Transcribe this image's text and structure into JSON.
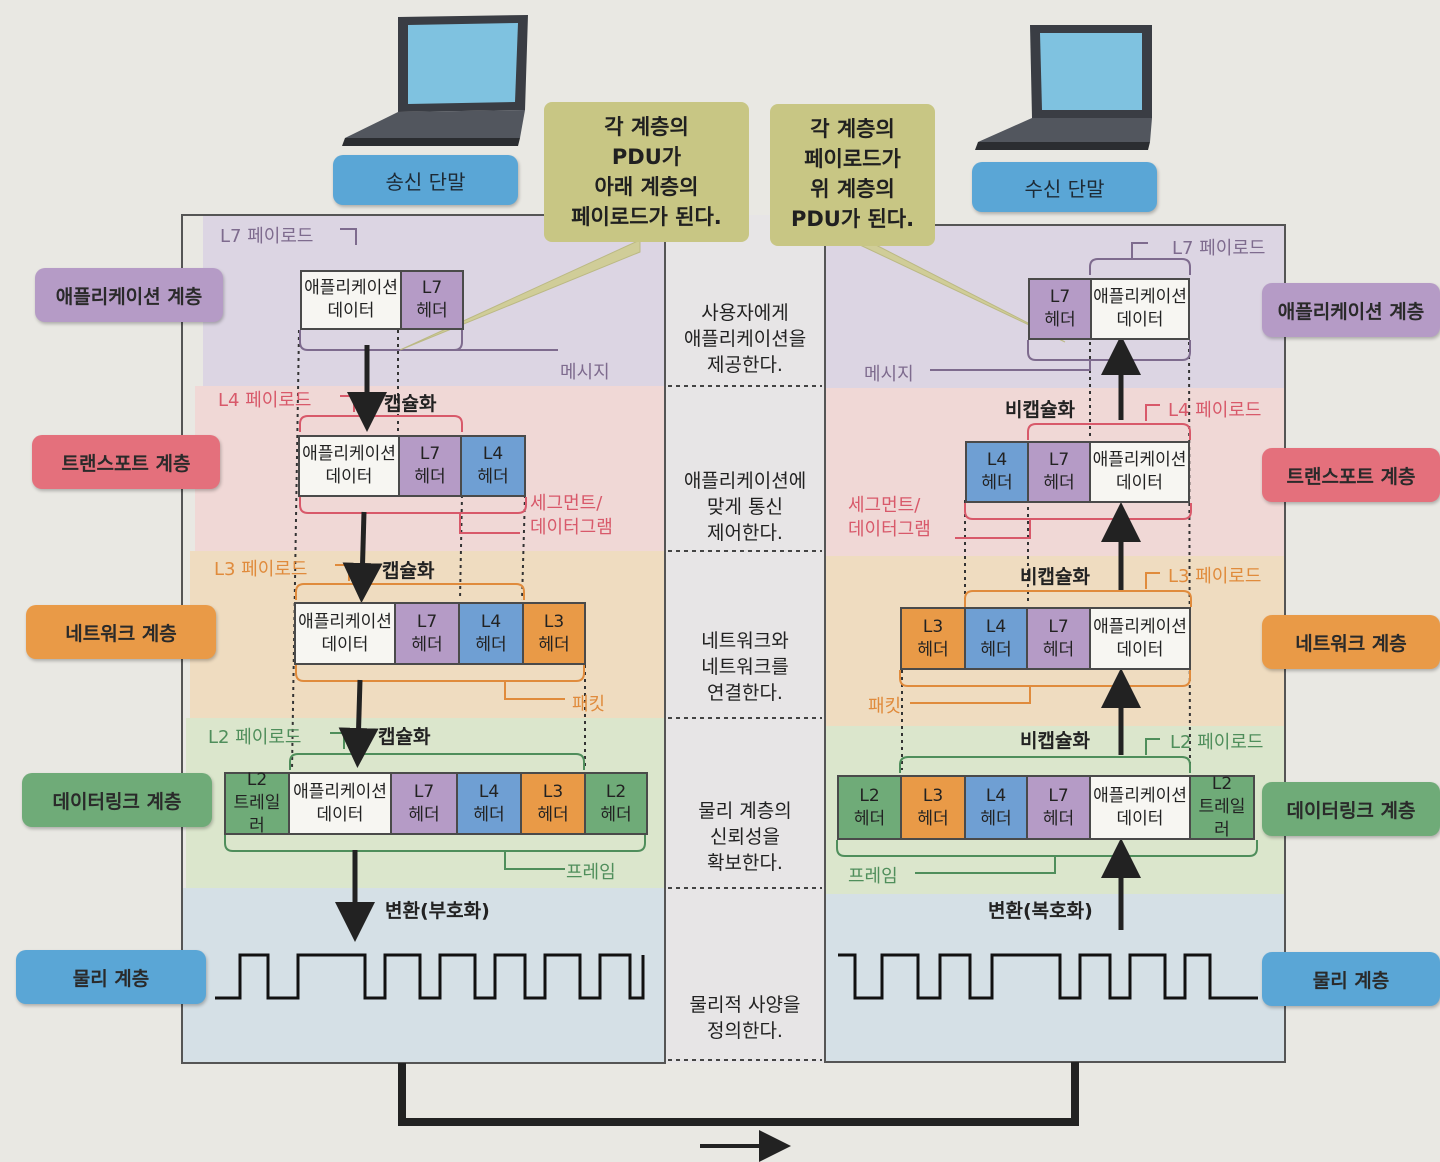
{
  "terminals": {
    "sender": "송신 단말",
    "receiver": "수신 단말"
  },
  "notes": {
    "left": "각 계층의\nPDU가\n아래 계층의\n페이로드가 된다.",
    "right": "각 계층의\n페이로드가\n위 계층의\nPDU가 된다."
  },
  "layers": {
    "application": "애플리케이션 계층",
    "transport": "트랜스포트 계층",
    "network": "네트워크 계층",
    "datalink": "데이터링크 계층",
    "physical": "물리 계층"
  },
  "descriptions": {
    "application": "사용자에게\n애플리케이션을\n제공한다.",
    "transport": "애플리케이션에\n맞게 통신\n제어한다.",
    "network": "네트워크와\n네트워크를\n연결한다.",
    "datalink": "물리 계층의\n신뢰성을\n확보한다.",
    "physical": "물리적 사양을\n정의한다."
  },
  "payloads": {
    "l7": "L7 페이로드",
    "l4": "L4 페이로드",
    "l3": "L3 페이로드",
    "l2": "L2 페이로드"
  },
  "pdus": {
    "message": "메시지",
    "segment": "세그먼트/\n데이터그램",
    "packet": "패킷",
    "frame": "프레임"
  },
  "actions": {
    "encap": "캡슐화",
    "decap": "비캡슐화",
    "encode": "변환(부호화)",
    "decode": "변환(복호화)"
  },
  "cells": {
    "app_data": "애플리케이션\n데이터",
    "l7_header": "L7\n헤더",
    "l4_header": "L4\n헤더",
    "l3_header": "L3\n헤더",
    "l2_header": "L2\n헤더",
    "l2_trailer": "L2\n트레일러"
  },
  "colors": {
    "application": "#b59bc6",
    "transport": "#e4707c",
    "network": "#e99a47",
    "datalink": "#6fab78",
    "physical": "#5aa6d6",
    "note": "#c8c684"
  },
  "icons": {
    "sender": "laptop-icon",
    "receiver": "laptop-icon"
  }
}
